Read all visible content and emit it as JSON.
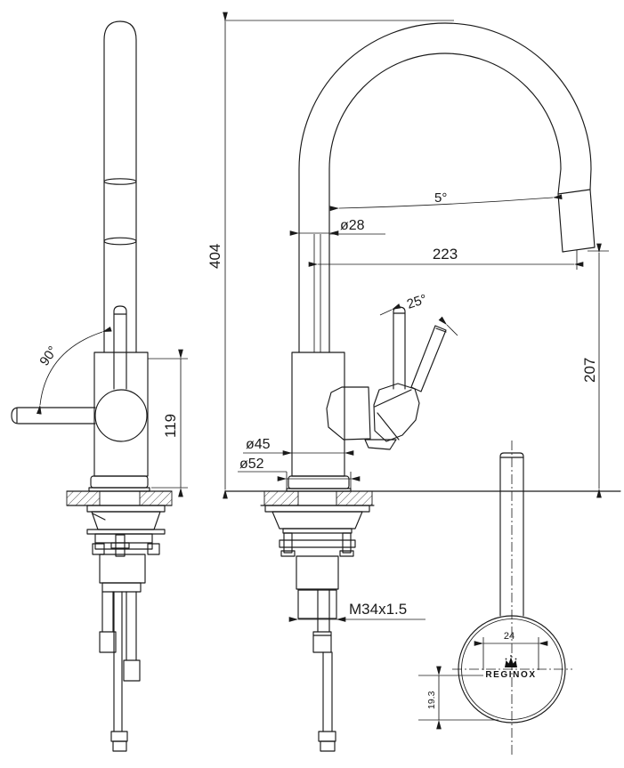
{
  "drawing": {
    "brand_logo": "REGINOX",
    "dims": {
      "overall_height": "404",
      "body_height": "119",
      "handle_swing_angle": "90°",
      "spout_tilt_angle": "5°",
      "spout_tube_diameter": "ø28",
      "spout_reach": "223",
      "lever_tilt_angle": "25°",
      "spout_clearance_height": "207",
      "body_diameter": "ø45",
      "base_diameter": "ø52",
      "mounting_thread": "M34x1.5",
      "head_face_width": "24",
      "head_face_offset": "19.3"
    }
  }
}
